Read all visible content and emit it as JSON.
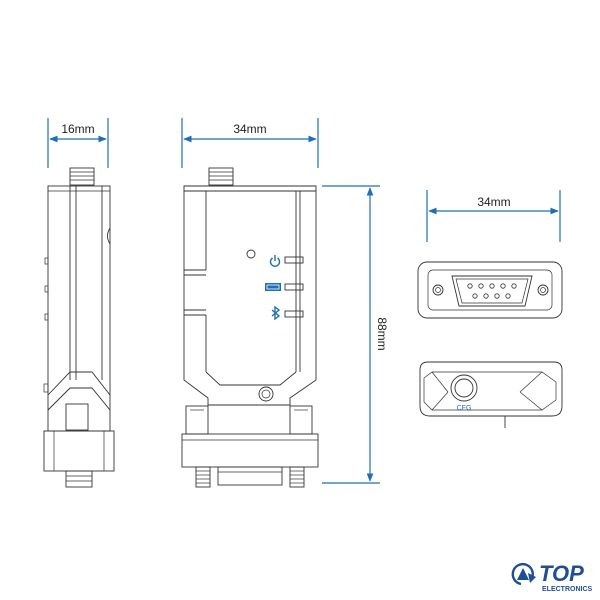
{
  "dimensions": {
    "side_width": "16mm",
    "front_width": "34mm",
    "front_height": "88mm",
    "end_width": "34mm"
  },
  "labels": {
    "cfg": "CFG"
  },
  "logo": {
    "name": "TOP",
    "sub": "ELECTRONICS"
  },
  "colors": {
    "dimension": "#1f6fb7",
    "outline": "#333333",
    "led_icons": "#1f6fb7",
    "logo": "#1f4e96"
  },
  "icons": [
    "power-icon",
    "link-icon",
    "bluetooth-icon",
    "rotate-arrow-icon"
  ]
}
